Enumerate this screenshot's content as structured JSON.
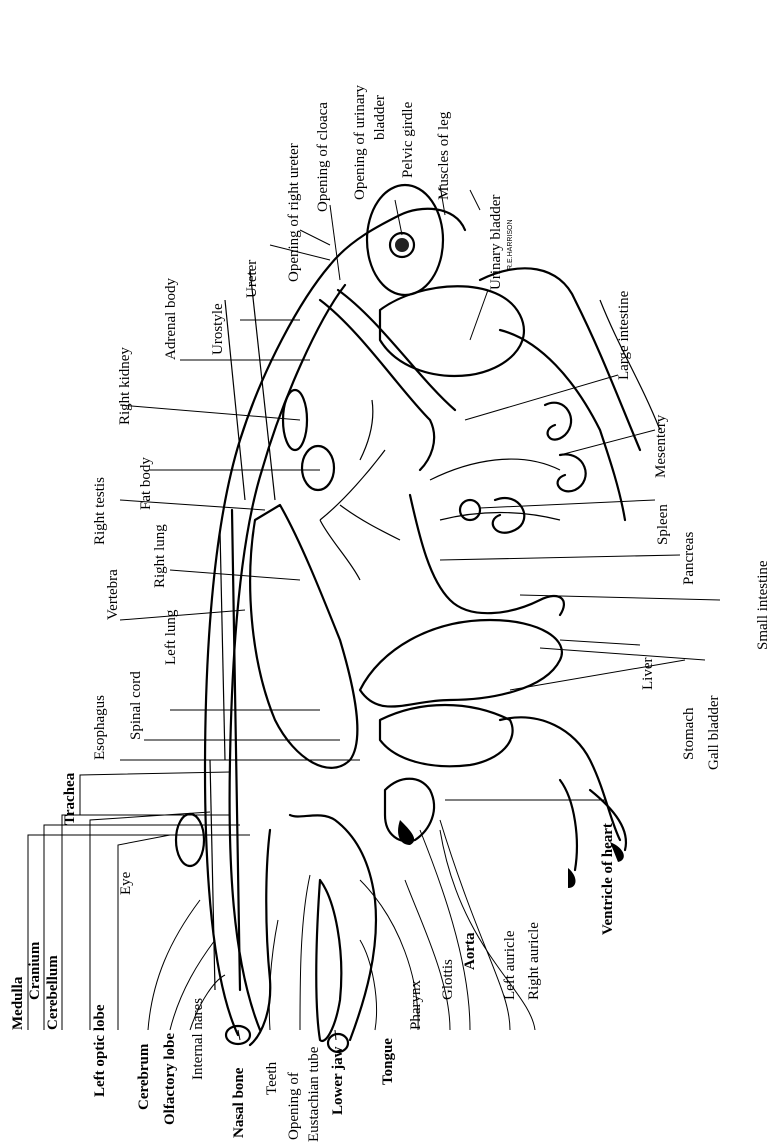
{
  "labels": {
    "medulla": "Medulla",
    "cranium": "Cranium",
    "cerebellum": "Cerebellum",
    "left_optic_lobe": "Left optic lobe",
    "eye": "Eye",
    "cerebrum": "Cerebrum",
    "olfactory_lobe": "Olfactory lobe",
    "internal_nares": "Internal nares",
    "nasal_bone": "Nasal bone",
    "teeth": "Teeth",
    "opening_of": "Opening of",
    "eustachian_tube": "Eustachian tube",
    "lower_jaw": "Lower jaw",
    "tongue": "Tongue",
    "pharynx": "Pharynx",
    "glottis": "Glottis",
    "aorta": "Aorta",
    "left_auricle": "Left auricle",
    "right_auricle": "Right auricle",
    "ventricle_of_heart": "Ventricle of heart",
    "trachea": "Trachea",
    "esophagus": "Esophagus",
    "spinal_cord": "Spinal cord",
    "left_lung": "Left lung",
    "vertebra": "Vertebra",
    "right_lung": "Right lung",
    "right_testis": "Right testis",
    "fat_body": "Fat body",
    "right_kidney": "Right kidney",
    "adrenal_body": "Adrenal body",
    "urostyle": "Urostyle",
    "ureter": "Ureter",
    "opening_of_right_ureter": "Opening of right ureter",
    "opening_of_cloaca": "Opening of cloaca",
    "opening_of_urinary": "Opening of urinary",
    "bladder": "bladder",
    "pelvic_girdle": "Pelvic girdle",
    "muscles_of_leg": "Muscles of leg",
    "urinary_bladder": "Urinary bladder",
    "large_intestine": "Large intestine",
    "mesentery": "Mesentery",
    "spleen": "Spleen",
    "pancreas": "Pancreas",
    "small_intestine": "Small intestine",
    "liver": "Liver",
    "stomach": "Stomach",
    "gall_bladder": "Gall bladder"
  },
  "signature": "R.E.HARRISON"
}
